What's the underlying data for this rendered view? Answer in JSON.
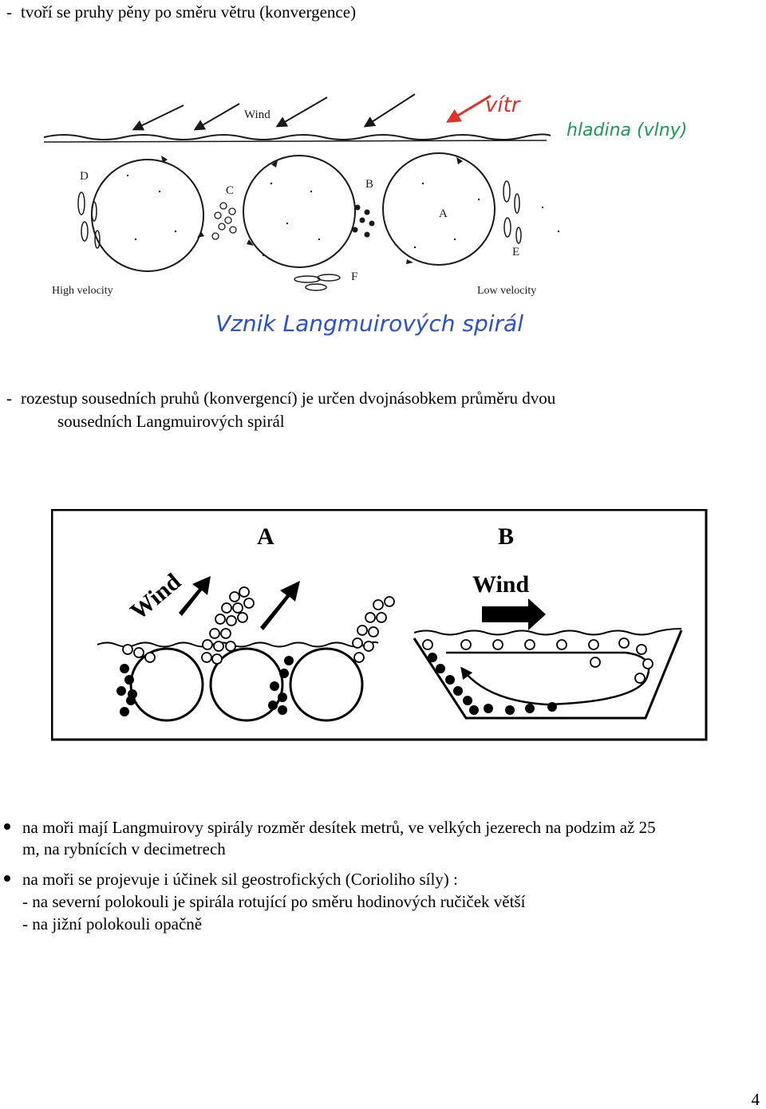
{
  "intro": {
    "dash": "-",
    "text": "tvoří se pruhy pěny po směru větru (konvergence)"
  },
  "figure1": {
    "wind_label": "Wind",
    "label_D": "D",
    "label_C": "C",
    "label_B": "B",
    "label_A": "A",
    "label_E": "E",
    "label_F": "F",
    "high_velocity": "High velocity",
    "low_velocity": "Low velocity",
    "hand_vitr": "vítr",
    "hand_hladina": "hladina (vlny)",
    "hand_caption": "Vznik Langmuirových spirál",
    "colors": {
      "ink": "#1a1a1a",
      "red": "#e0312a",
      "green": "#1a9a4f",
      "blue": "#2a4fd0"
    }
  },
  "spacing": {
    "dash": "-",
    "line1": "rozestup sousedních pruhů (konvergencí)   je určen dvojnásobkem průměru dvou",
    "line2": "sousedních Langmuirových spirál"
  },
  "figure2": {
    "label_A": "A",
    "label_B": "B",
    "wind_A": "Wind",
    "wind_B": "Wind"
  },
  "bullets": [
    {
      "lines": [
        "na moři mají Langmuirovy spirály rozměr desítek metrů, ve velkých jezerech na podzim až 25",
        "m, na rybnících v decimetrech"
      ]
    },
    {
      "lines": [
        "na moři se projevuje i účinek sil geostrofických (Corioliho síly) :",
        "- na severní polokouli je spirála rotující po směru hodinových ručiček větší",
        "- na jižní polokouli opačně"
      ]
    }
  ],
  "page_number": "4"
}
